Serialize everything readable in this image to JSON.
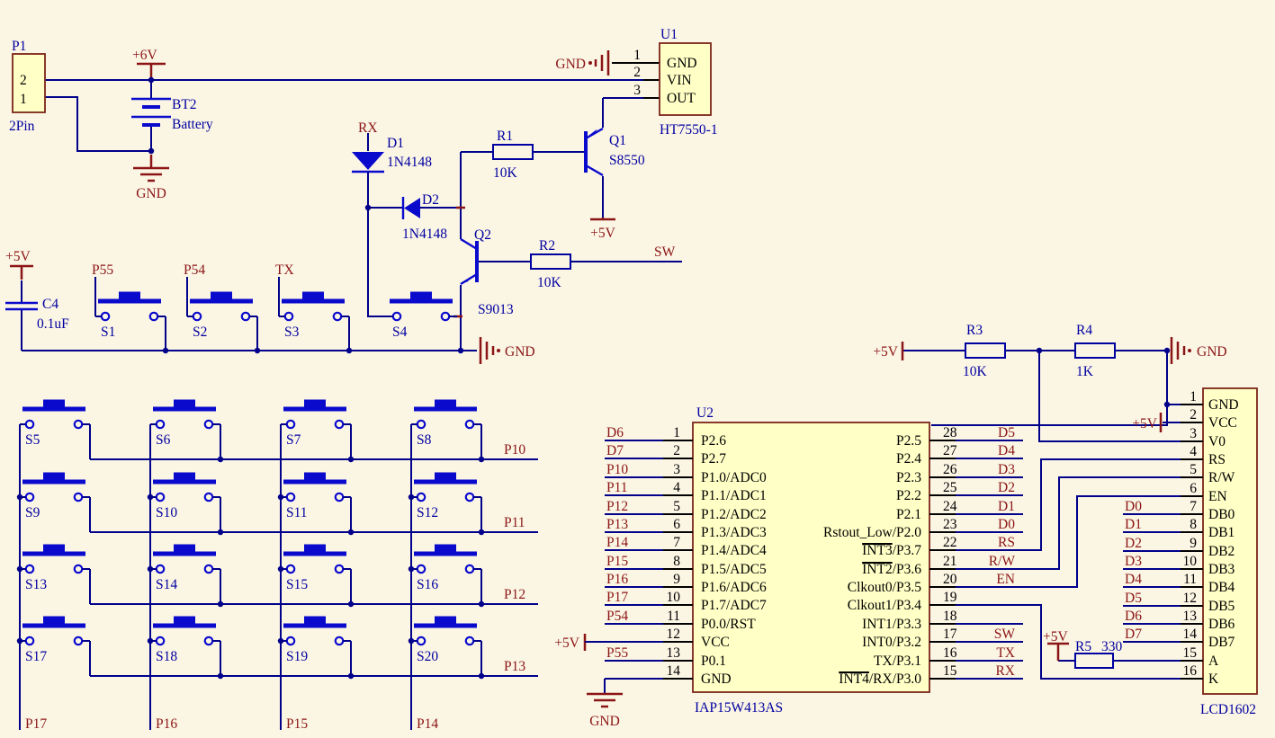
{
  "power_nets": {
    "p6v": "+6V",
    "p5v": "+5V",
    "gnd": "GND"
  },
  "nets": {
    "rx": "RX",
    "tx": "TX",
    "sw": "SW",
    "p55": "P55",
    "p54": "P54",
    "rows": [
      "P10",
      "P11",
      "P12",
      "P13"
    ],
    "cols": [
      "P17",
      "P16",
      "P15",
      "P14"
    ]
  },
  "parts": {
    "p1": {
      "ref": "P1",
      "value": "2Pin",
      "pin_top": "2",
      "pin_bottom": "1"
    },
    "bt2": {
      "ref": "BT2",
      "value": "Battery"
    },
    "u1": {
      "ref": "U1",
      "value": "HT7550-1",
      "pins": [
        {
          "num": "1",
          "name": "GND"
        },
        {
          "num": "2",
          "name": "VIN"
        },
        {
          "num": "3",
          "name": "OUT"
        }
      ]
    },
    "c4": {
      "ref": "C4",
      "value": "0.1uF"
    },
    "d1": {
      "ref": "D1",
      "value": "1N4148"
    },
    "d2": {
      "ref": "D2",
      "value": "1N4148"
    },
    "q1": {
      "ref": "Q1",
      "value": "S8550"
    },
    "q2": {
      "ref": "Q2",
      "value": "S9013"
    },
    "r1": {
      "ref": "R1",
      "value": "10K"
    },
    "r2": {
      "ref": "R2",
      "value": "10K"
    },
    "r3": {
      "ref": "R3",
      "value": "10K"
    },
    "r4": {
      "ref": "R4",
      "value": "1K"
    },
    "r5": {
      "ref": "R5",
      "value": "330"
    },
    "u2": {
      "ref": "U2",
      "value": "IAP15W413AS",
      "left_pins": [
        {
          "num": "1",
          "name": "P2.6",
          "net": "D6"
        },
        {
          "num": "2",
          "name": "P2.7",
          "net": "D7"
        },
        {
          "num": "3",
          "name": "P1.0/ADC0",
          "net": "P10"
        },
        {
          "num": "4",
          "name": "P1.1/ADC1",
          "net": "P11"
        },
        {
          "num": "5",
          "name": "P1.2/ADC2",
          "net": "P12"
        },
        {
          "num": "6",
          "name": "P1.3/ADC3",
          "net": "P13"
        },
        {
          "num": "7",
          "name": "P1.4/ADC4",
          "net": "P14"
        },
        {
          "num": "8",
          "name": "P1.5/ADC5",
          "net": "P15"
        },
        {
          "num": "9",
          "name": "P1.6/ADC6",
          "net": "P16"
        },
        {
          "num": "10",
          "name": "P1.7/ADC7",
          "net": "P17"
        },
        {
          "num": "11",
          "name": "P0.0/RST",
          "net": "P54"
        },
        {
          "num": "12",
          "name": "VCC",
          "net": ""
        },
        {
          "num": "13",
          "name": "P0.1",
          "net": "P55"
        },
        {
          "num": "14",
          "name": "GND",
          "net": ""
        }
      ],
      "right_pins": [
        {
          "num": "28",
          "name": "P2.5",
          "net": "D5"
        },
        {
          "num": "27",
          "name": "P2.4",
          "net": "D4"
        },
        {
          "num": "26",
          "name": "P2.3",
          "net": "D3"
        },
        {
          "num": "25",
          "name": "P2.2",
          "net": "D2"
        },
        {
          "num": "24",
          "name": "P2.1",
          "net": "D1"
        },
        {
          "num": "23",
          "name": "Rstout_Low/P2.0",
          "net": "D0"
        },
        {
          "num": "22",
          "name": "INT3/P3.7",
          "net": "RS",
          "bar": 4
        },
        {
          "num": "21",
          "name": "INT2/P3.6",
          "net": "R/W",
          "bar": 4
        },
        {
          "num": "20",
          "name": "Clkout0/P3.5",
          "net": "EN"
        },
        {
          "num": "19",
          "name": "Clkout1/P3.4",
          "net": ""
        },
        {
          "num": "18",
          "name": "INT1/P3.3",
          "net": ""
        },
        {
          "num": "17",
          "name": "INT0/P3.2",
          "net": "SW"
        },
        {
          "num": "16",
          "name": "TX/P3.1",
          "net": "TX"
        },
        {
          "num": "15",
          "name": "INT4/RX/P3.0",
          "net": "RX",
          "bar": 4
        }
      ]
    },
    "lcd": {
      "value": "LCD1602",
      "pins": [
        {
          "num": "1",
          "name": "GND",
          "net": ""
        },
        {
          "num": "2",
          "name": "VCC",
          "net": ""
        },
        {
          "num": "3",
          "name": "V0",
          "net": ""
        },
        {
          "num": "4",
          "name": "RS",
          "net": ""
        },
        {
          "num": "5",
          "name": "R/W",
          "net": ""
        },
        {
          "num": "6",
          "name": "EN",
          "net": ""
        },
        {
          "num": "7",
          "name": "DB0",
          "net": "D0"
        },
        {
          "num": "8",
          "name": "DB1",
          "net": "D1"
        },
        {
          "num": "9",
          "name": "DB2",
          "net": "D2"
        },
        {
          "num": "10",
          "name": "DB3",
          "net": "D3"
        },
        {
          "num": "11",
          "name": "DB4",
          "net": "D4"
        },
        {
          "num": "12",
          "name": "DB5",
          "net": "D5"
        },
        {
          "num": "13",
          "name": "DB6",
          "net": "D6"
        },
        {
          "num": "14",
          "name": "DB7",
          "net": "D7"
        },
        {
          "num": "15",
          "name": "A",
          "net": ""
        },
        {
          "num": "16",
          "name": "K",
          "net": ""
        }
      ]
    }
  },
  "buttons": {
    "top": [
      {
        "ref": "S1",
        "net": "P55"
      },
      {
        "ref": "S2",
        "net": "P54"
      },
      {
        "ref": "S3",
        "net": "TX"
      },
      {
        "ref": "S4",
        "net": "RX"
      }
    ],
    "matrix": [
      [
        "S5",
        "S6",
        "S7",
        "S8"
      ],
      [
        "S9",
        "S10",
        "S11",
        "S12"
      ],
      [
        "S13",
        "S14",
        "S15",
        "S16"
      ],
      [
        "S17",
        "S18",
        "S19",
        "S20"
      ]
    ]
  }
}
